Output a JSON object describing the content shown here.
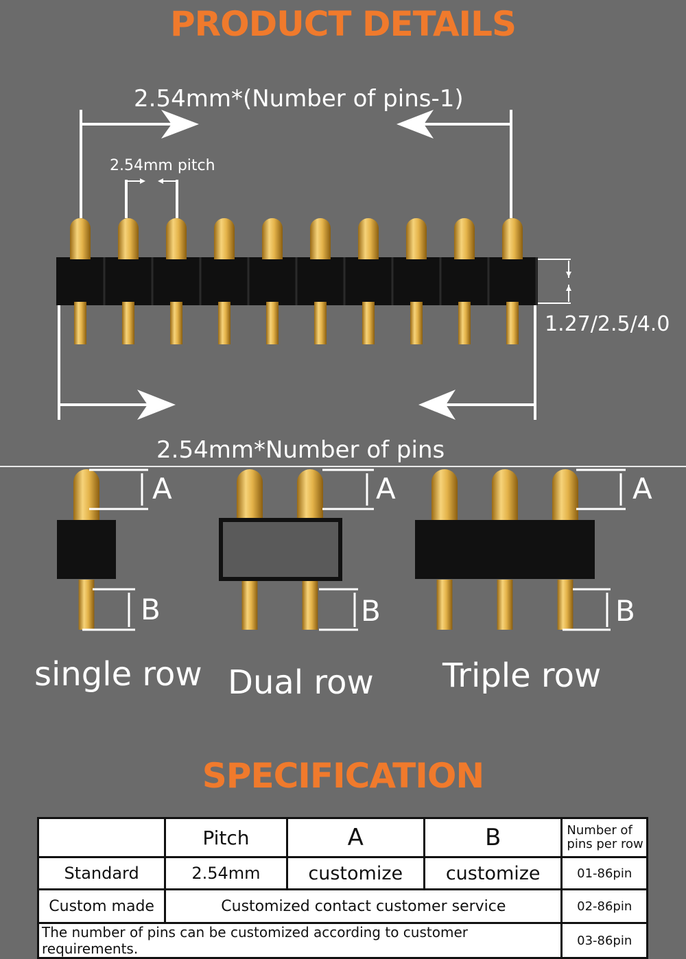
{
  "header": {
    "title": "PRODUCT DETAILS"
  },
  "diagram": {
    "top_dim": "2.54mm*(Number of pins-1)",
    "pitch": "2.54mm pitch",
    "height_dim": "1.27/2.5/4.0",
    "bottom_dim": "2.54mm*Number of pins",
    "pin_count": 10
  },
  "variants": {
    "label_a": "A",
    "label_b": "B",
    "single": "single row",
    "dual": "Dual row",
    "triple": "Triple row"
  },
  "spec": {
    "title": "SPECIFICATION",
    "headers": [
      "",
      "Pitch",
      "A",
      "B",
      "Number of pins per row"
    ],
    "standard": [
      "Standard",
      "2.54mm",
      "customize",
      "customize",
      "01-86pin"
    ],
    "custom": [
      "Custom made",
      "Customized contact customer service",
      "02-86pin"
    ],
    "note": [
      "The number of pins can be customized according to customer requirements.",
      "03-86pin"
    ]
  },
  "colors": {
    "accent": "#f07a2c",
    "background": "#6b6b6b",
    "gold": "#e2b24a",
    "housing": "#111111"
  }
}
